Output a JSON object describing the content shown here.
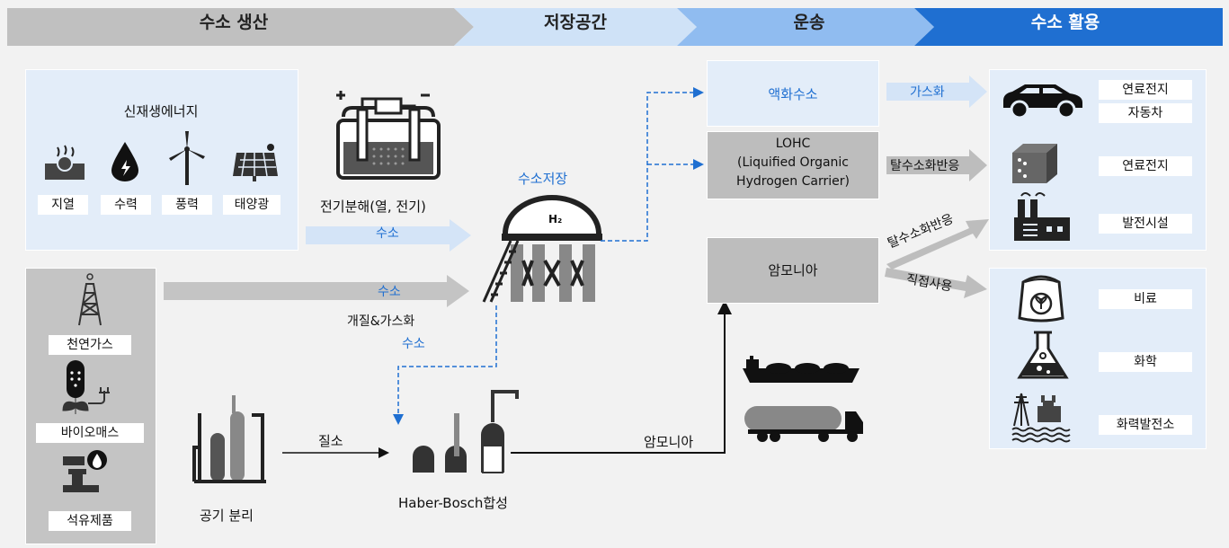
{
  "stages": [
    "수소 생산",
    "저장공간",
    "운송",
    "수소 활용"
  ],
  "renewable": {
    "title": "신재생에너지",
    "items": [
      "지열",
      "수력",
      "풍력",
      "태양광"
    ]
  },
  "fossil": {
    "items": [
      "천연가스",
      "바이오매스",
      "석유제품"
    ]
  },
  "electrolysis_label": "전기분해(열, 전기)",
  "arrow_h2_label_1": "수소",
  "arrow_h2_label_2": "수소",
  "reforming_label": "개질&가스화",
  "dashed_h2_label": "수소",
  "storage_title": "수소저장",
  "storage_h2": "H₂",
  "air_separation_label": "공기 분리",
  "nitrogen_label": "질소",
  "haber_label": "Haber-Bosch합성",
  "ammonia_line_label": "암모니아",
  "transport": {
    "liquid": "액화수소",
    "lohc_line1": "LOHC",
    "lohc_line2": "(Liquified Organic",
    "lohc_line3": "Hydrogen Carrier)",
    "ammonia": "암모니아"
  },
  "process": {
    "gasification": "가스화",
    "dehydrogenation": "탈수소화반응",
    "dehydrogenation2": "탈수소화반응",
    "direct_use": "직접사용"
  },
  "uses_top": {
    "car_line1": "연료전지",
    "car_line2": "자동차",
    "fuel_cell": "연료전지",
    "power_plant": "발전시설"
  },
  "uses_bottom": {
    "fertilizer": "비료",
    "chemical": "화학",
    "thermal": "화력발전소"
  },
  "colors": {
    "header_gray": "#bdbdbd",
    "header_light": "#cfe2f7",
    "header_mid": "#8fbaf0",
    "header_dark": "#1f6fd1",
    "panel_blue": "#e3edf9",
    "panel_gray": "#c4c4c4",
    "accent_blue": "#1f6fd1"
  }
}
